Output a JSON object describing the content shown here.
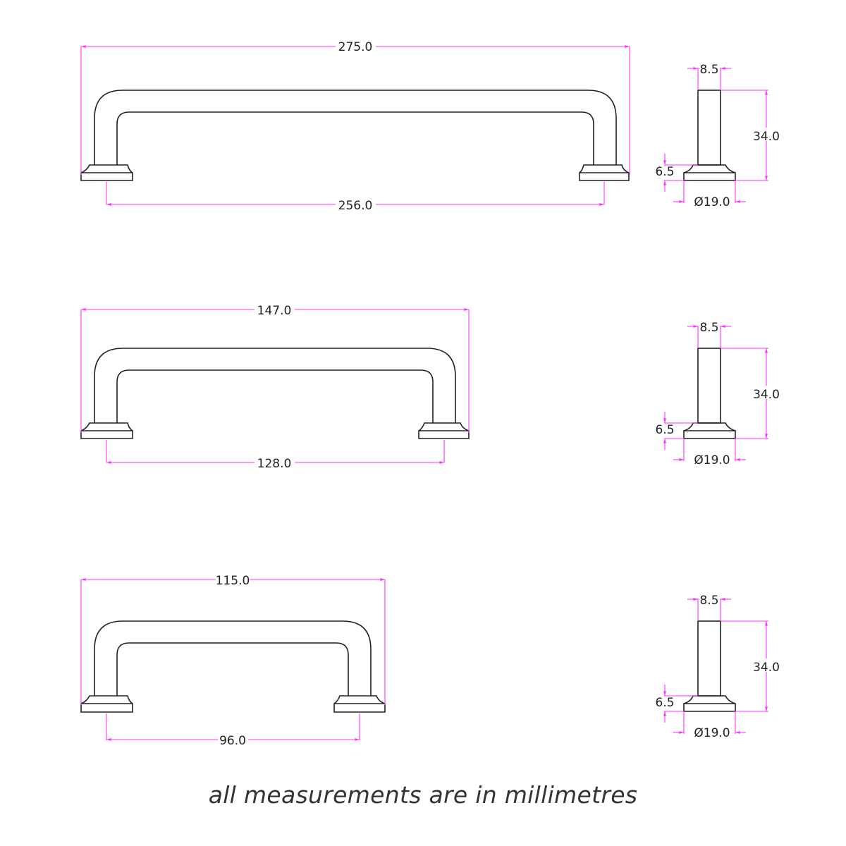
{
  "colors": {
    "part_stroke": "#222222",
    "dimension": "#ff33ff",
    "background": "#ffffff"
  },
  "handles": [
    {
      "name": "handle-275",
      "overall_length": "275.0",
      "hole_centres": "256.0",
      "side_view": {
        "bar_diameter": "8.5",
        "projection": "34.0",
        "base_height": "6.5",
        "base_diameter": "Ø19.0"
      }
    },
    {
      "name": "handle-147",
      "overall_length": "147.0",
      "hole_centres": "128.0",
      "side_view": {
        "bar_diameter": "8.5",
        "projection": "34.0",
        "base_height": "6.5",
        "base_diameter": "Ø19.0"
      }
    },
    {
      "name": "handle-115",
      "overall_length": "115.0",
      "hole_centres": "96.0",
      "side_view": {
        "bar_diameter": "8.5",
        "projection": "34.0",
        "base_height": "6.5",
        "base_diameter": "Ø19.0"
      }
    }
  ],
  "caption": "all measurements are in millimetres"
}
